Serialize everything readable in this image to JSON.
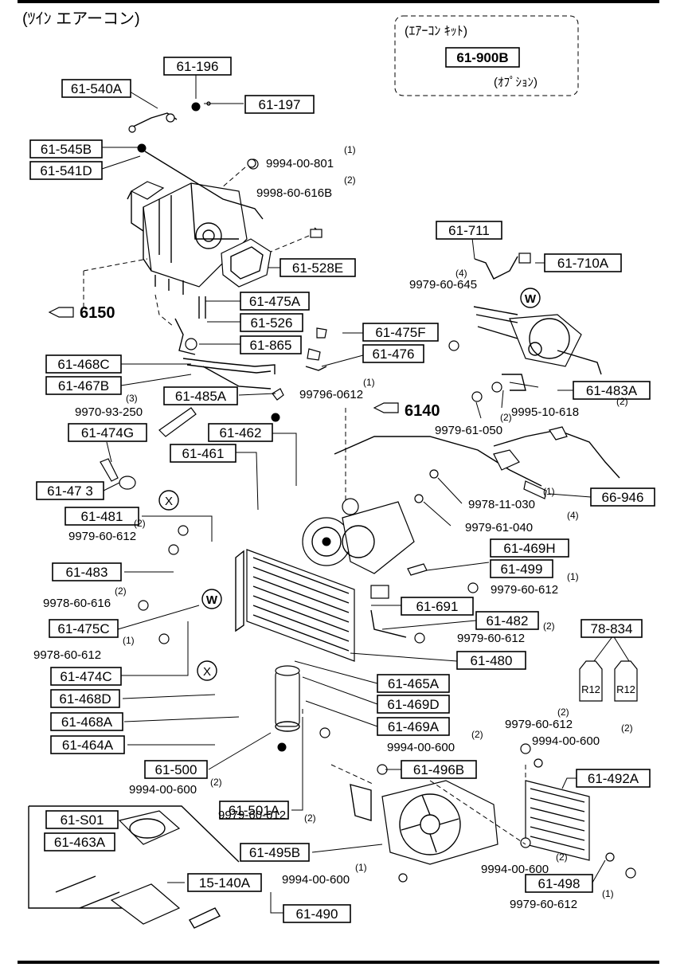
{
  "header": {
    "title": "(ﾂｲﾝ エアーコン)"
  },
  "option_kit": {
    "title": "(ｴｱｰｺﾝ ｷｯﾄ)",
    "part": "61-900B",
    "note": "(ｵﾌﾟｼｮﾝ)"
  },
  "boxed_parts": [
    "61-196",
    "61-540A",
    "61-197",
    "61-545B",
    "61-541D",
    "61-528E",
    "61-475A",
    "61-526",
    "61-865",
    "61-475F",
    "61-476",
    "61-468C",
    "61-467B",
    "61-485A",
    "61-711",
    "61-710A",
    "61-483A",
    "61-474G",
    "61-462",
    "61-461",
    "61-47 3",
    "61-481",
    "61-483",
    "61-475C",
    "61-474C",
    "61-468D",
    "61-468A",
    "61-464A",
    "61-500",
    "61-501A",
    "61-495B",
    "61-S01",
    "61-463A",
    "15-140A",
    "61-490",
    "66-946",
    "61-469H",
    "61-499",
    "61-691",
    "61-482",
    "78-834",
    "61-480",
    "61-465A",
    "61-469D",
    "61-469A",
    "61-496B",
    "61-492A",
    "61-498"
  ],
  "part_numbers": [
    {
      "no": "9994-00-801",
      "qty": "(1)"
    },
    {
      "no": "9998-60-616B",
      "qty": "(2)"
    },
    {
      "no": "9979-60-645",
      "qty": "(4)"
    },
    {
      "no": "99796-0612",
      "qty": "(1)"
    },
    {
      "no": "9970-93-250",
      "qty": "(3)"
    },
    {
      "no": "9995-10-618",
      "qty": "(2)"
    },
    {
      "no": "9979-61-050",
      "qty": "(2)"
    },
    {
      "no": "9978-11-030",
      "qty": "(1)"
    },
    {
      "no": "9979-61-040",
      "qty": "(4)"
    },
    {
      "no": "9979-60-612",
      "qty": "(2)"
    },
    {
      "no": "9979-60-612",
      "qty": "(1)"
    },
    {
      "no": "9978-60-616",
      "qty": "(2)"
    },
    {
      "no": "9979-60-612",
      "qty": "(2)"
    },
    {
      "no": "9978-60-612",
      "qty": "(1)"
    },
    {
      "no": "9979-60-612",
      "qty": "(2)"
    },
    {
      "no": "9994-00-600",
      "qty": "(2)"
    },
    {
      "no": "9994-00-600",
      "qty": "(2)"
    },
    {
      "no": "9994-00-600",
      "qty": "(2)"
    },
    {
      "no": "9979-60-612",
      "qty": "(2)"
    },
    {
      "no": "9994-00-600",
      "qty": "(1)"
    },
    {
      "no": "9994-00-600",
      "qty": "(2)"
    },
    {
      "no": "9979-60-612",
      "qty": "(1)"
    }
  ],
  "refs": {
    "ref_6150": "6150",
    "ref_6140": "6140"
  },
  "markers": {
    "w": "W",
    "x": "X"
  },
  "bottles": {
    "label": "R12"
  }
}
